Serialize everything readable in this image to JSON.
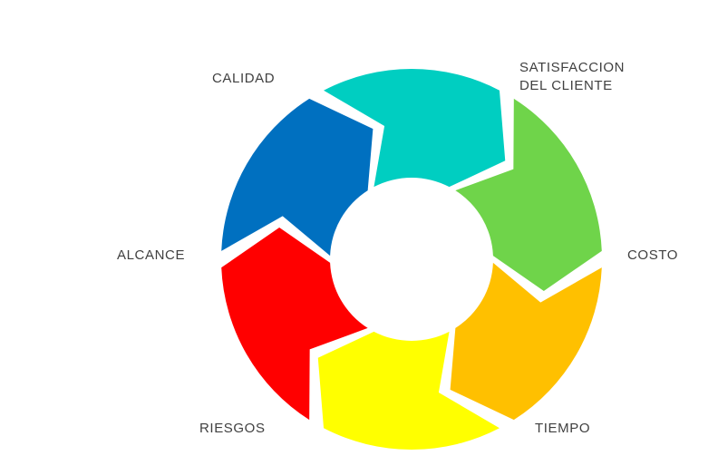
{
  "diagram": {
    "segments": [
      {
        "key": "calidad",
        "label_lines": [
          "CALIDAD"
        ],
        "color": "#00CEC1"
      },
      {
        "key": "satisfaccion",
        "label_lines": [
          "SATISFACCION",
          "DEL CLIENTE"
        ],
        "color": "#6FD44A"
      },
      {
        "key": "costo",
        "label_lines": [
          "COSTO"
        ],
        "color": "#FFC000"
      },
      {
        "key": "tiempo",
        "label_lines": [
          "TIEMPO"
        ],
        "color": "#FFFF00"
      },
      {
        "key": "riesgos",
        "label_lines": [
          "RIESGOS"
        ],
        "color": "#FF0000"
      },
      {
        "key": "alcance",
        "label_lines": [
          "ALCANCE"
        ],
        "color": "#0070C0"
      }
    ],
    "label_color": "#404040",
    "background": "#FFFFFF"
  }
}
